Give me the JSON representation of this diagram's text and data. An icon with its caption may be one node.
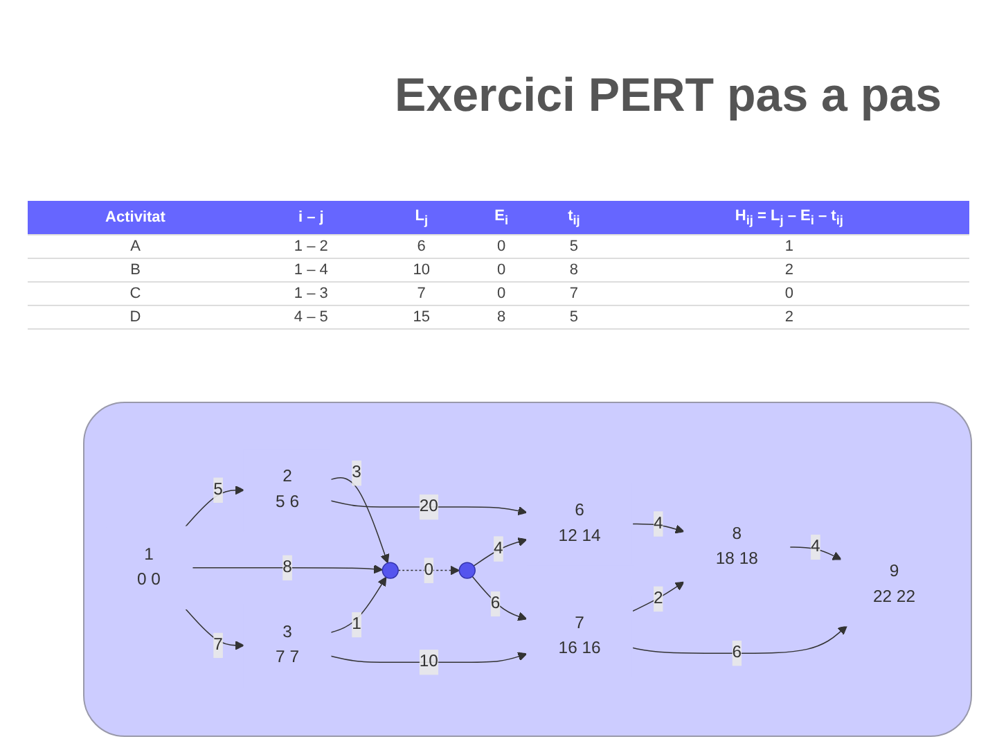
{
  "diagram": {
    "title": "Exercici PERT pas a pas",
    "nodes": [
      {
        "text": [
          "1",
          "0 0"
        ]
      },
      {
        "text": [
          "2",
          "5 6"
        ]
      },
      {
        "text": [
          "3",
          "7 7"
        ]
      },
      {
        "text": [],
        "shape": "circle"
      },
      {
        "text": [],
        "shape": "circle"
      },
      {
        "text": [
          "6",
          "12 14"
        ]
      },
      {
        "text": [
          "7",
          "16 16"
        ]
      },
      {
        "text": [
          "8",
          "18 18"
        ]
      },
      {
        "text": [
          "9",
          "22 22"
        ]
      }
    ],
    "edges": [
      {
        "from": 0,
        "to": 1,
        "arrow": "to",
        "label": "5"
      },
      {
        "from": 0,
        "to": 3,
        "arrow": "to",
        "label": "8"
      },
      {
        "from": 0,
        "to": 2,
        "arrow": "to",
        "label": "7"
      },
      {
        "from": 1,
        "to": 3,
        "arrow": "to",
        "label": "3"
      },
      {
        "from": 2,
        "to": 3,
        "arrow": "to",
        "label": "1"
      },
      {
        "from": 1,
        "to": 5,
        "arrow": "to",
        "label": "20"
      },
      {
        "from": 2,
        "to": 6,
        "arrow": "to",
        "label": "10"
      },
      {
        "from": 3,
        "to": 4,
        "arrow": "to",
        "label": "0",
        "style": "dashed"
      },
      {
        "from": 4,
        "to": 5,
        "arrow": "to",
        "label": "4"
      },
      {
        "from": 4,
        "to": 6,
        "arrow": "to",
        "label": "6"
      },
      {
        "from": 5,
        "to": 7,
        "arrow": "to",
        "label": "4"
      },
      {
        "from": 6,
        "to": 7,
        "arrow": "to",
        "label": "2"
      },
      {
        "from": 7,
        "to": 8,
        "arrow": "to",
        "label": "4"
      },
      {
        "from": 6,
        "to": 8,
        "arrow": "to",
        "label": "6"
      }
    ],
    "labels": [
      "Activitat",
      "i – j",
      "L$_{j}$",
      "E$_{i}$",
      "t$_{ij}$",
      "H$_{ij}$ = L$_{j}$ – E$_{i}$ – t$_{ij}$",
      "A",
      "1 – 2",
      "6",
      "0",
      "5",
      "1",
      "B",
      "1 – 4",
      "10",
      "0",
      "8",
      "2",
      "C",
      "1 – 3",
      "7",
      "0",
      "7",
      "0",
      "D",
      "4 – 5",
      "15",
      "8",
      "5",
      "2"
    ]
  }
}
